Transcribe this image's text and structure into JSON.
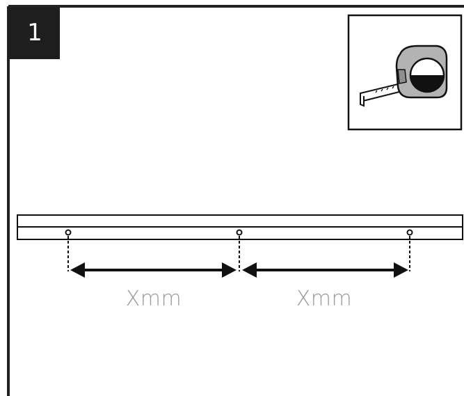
{
  "step": {
    "number": "1"
  },
  "measurements": [
    {
      "label": "Xmm"
    },
    {
      "label": "Xmm"
    }
  ],
  "icons": {
    "tool": "tape-measure-icon"
  },
  "colors": {
    "ink": "#111111",
    "tape_case": "#b3b3b3",
    "label": "#9a9a9a"
  }
}
